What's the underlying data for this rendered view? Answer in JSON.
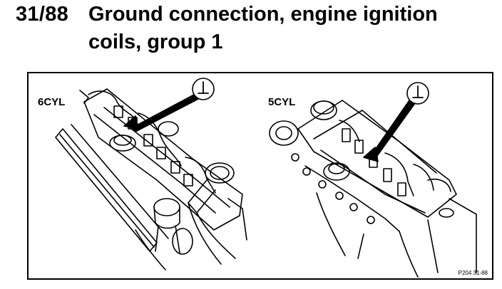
{
  "header": {
    "section_code": "31/88",
    "title_line1": "Ground connection, engine ignition",
    "title_line2": "coils, group 1"
  },
  "figure": {
    "left_label": "6CYL",
    "right_label": "5CYL",
    "ground_symbol": "ground-symbol-icon",
    "reference": "P204 31-88"
  }
}
